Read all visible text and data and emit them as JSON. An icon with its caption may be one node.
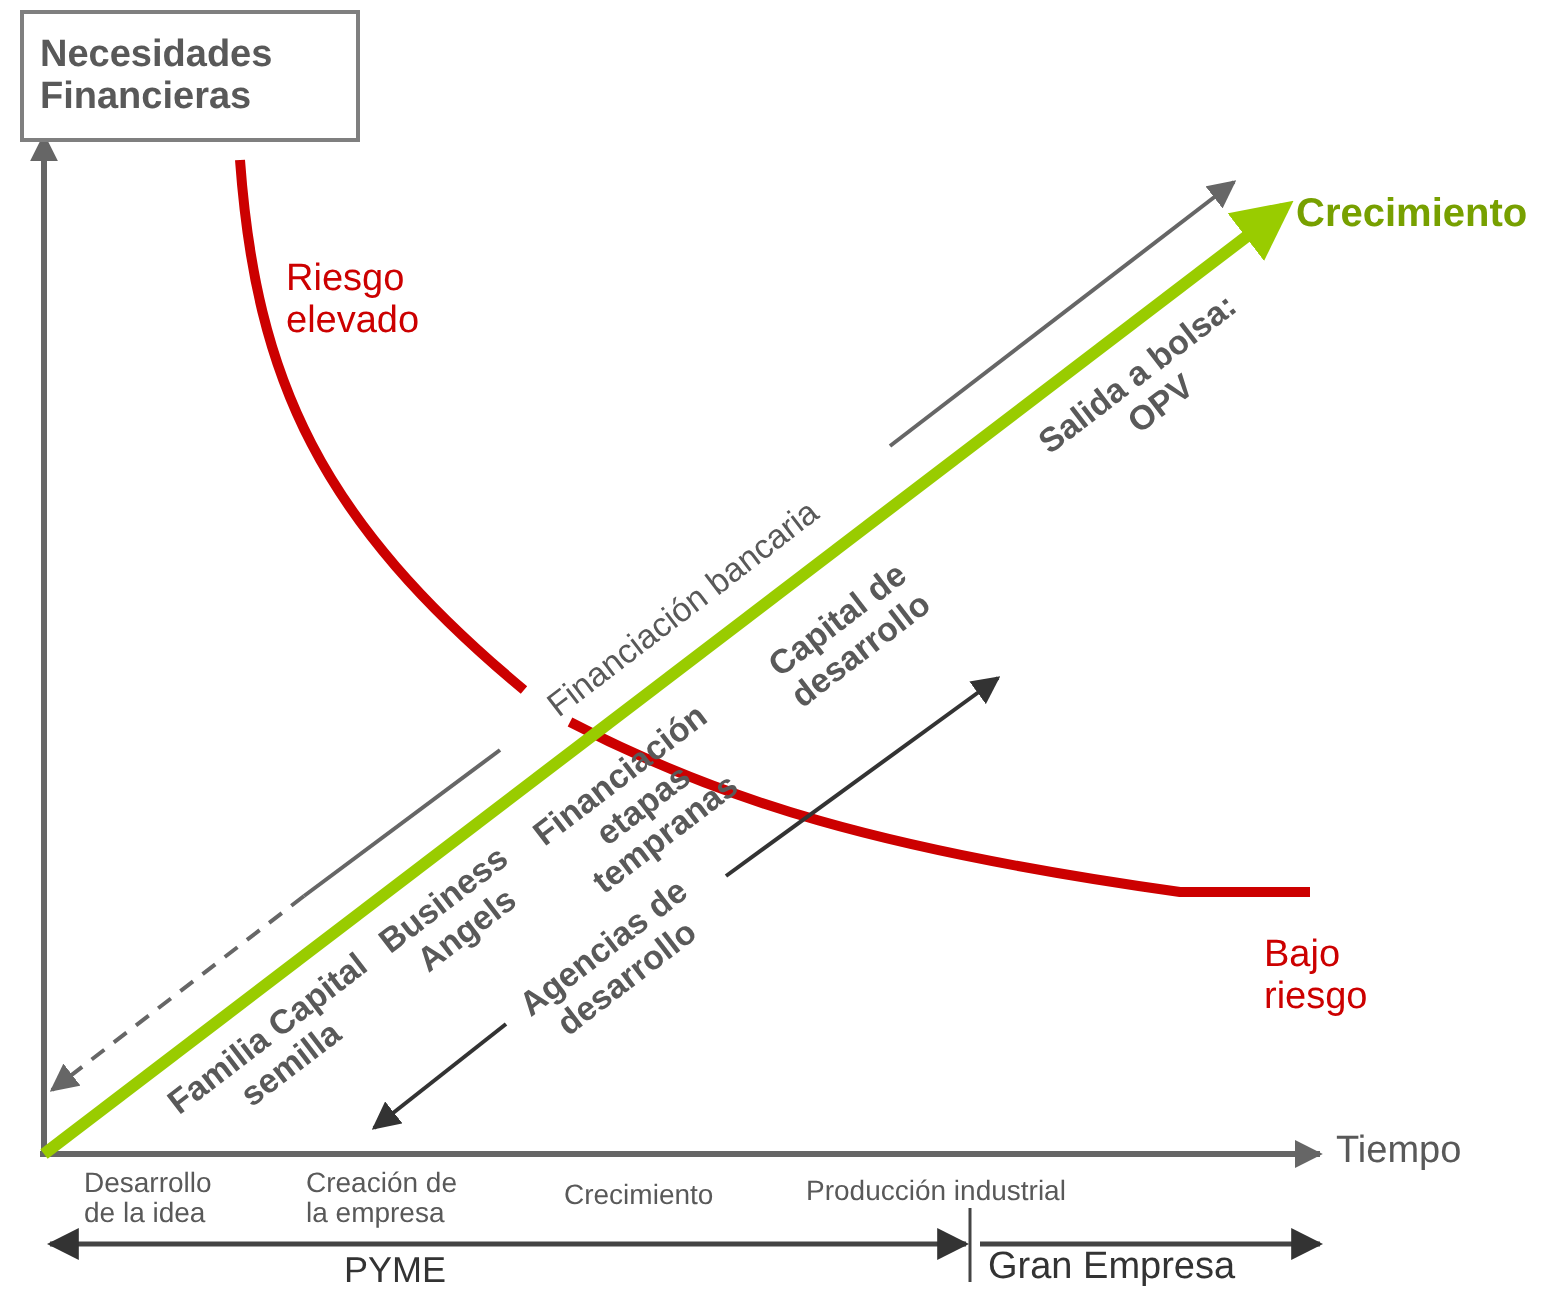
{
  "diagram": {
    "nodes": [
      {
        "text": [
          "Necesidades Financieras"
        ]
      }
    ],
    "labels": [
      "Crecimiento",
      "Riesgo elevado",
      "Salida a bolsa: OPV",
      "Financiación bancaria",
      "Capital de desarrollo",
      "Familia Capital semilla",
      "Business Angels",
      "Financiación etapas tempranas",
      "Agencias de desarrollo",
      "Bajo riesgo",
      "Tiempo",
      "Desarrollo de la idea",
      "Creación de la empresa",
      "Crecimiento",
      "Producción industrial",
      "PYME",
      "Gran Empresa"
    ]
  }
}
